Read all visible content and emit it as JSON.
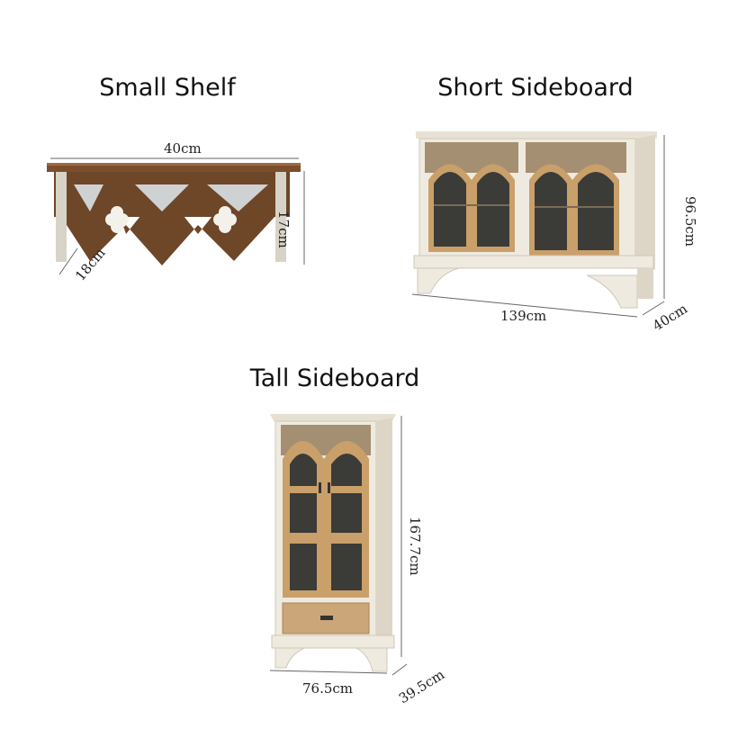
{
  "products": [
    {
      "name": "Small Shelf",
      "dims": {
        "width": "40cm",
        "height": "17cm",
        "depth": "18cm"
      }
    },
    {
      "name": "Short Sideboard",
      "dims": {
        "width": "139cm",
        "height": "96.5cm",
        "depth": "40cm"
      }
    },
    {
      "name": "Tall Sideboard",
      "dims": {
        "width": "76.5cm",
        "height": "167.7cm",
        "depth": "39.5cm"
      }
    }
  ],
  "colors": {
    "wood": "#8a5a33",
    "light_wood": "#c89a5e",
    "cream": "#f1ece1",
    "glass": "#3b3b38",
    "line": "#666666"
  }
}
